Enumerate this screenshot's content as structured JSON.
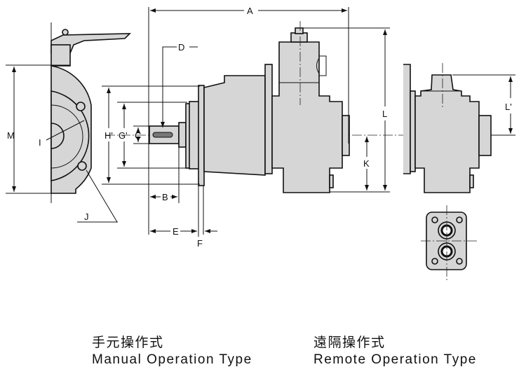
{
  "dimension_labels": {
    "A": "A",
    "B": "B",
    "C": "C",
    "D": "D",
    "E": "E",
    "F": "F",
    "G": "G'",
    "H": "H'",
    "I": "I",
    "J": "J",
    "K": "K",
    "L": "L",
    "L_prime": "L'",
    "M": "M"
  },
  "captions": {
    "manual": {
      "ja": "手元操作式",
      "en": "Manual Operation Type"
    },
    "remote": {
      "ja": "遠隔操作式",
      "en": "Remote Operation Type"
    }
  }
}
